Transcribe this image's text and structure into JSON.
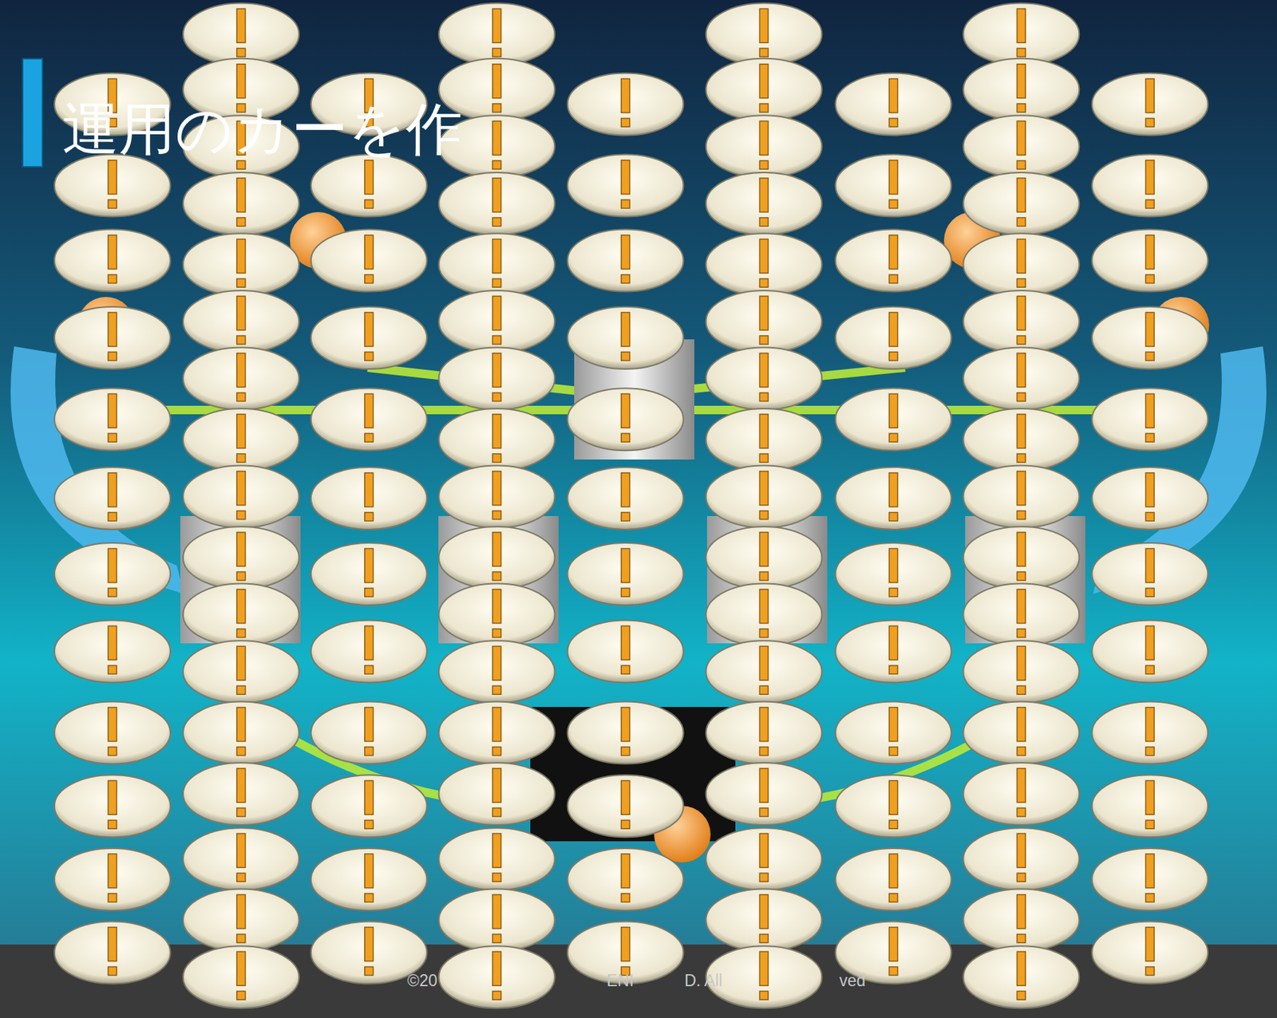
{
  "diagram": {
    "title": "運用のカーを作",
    "labels": [
      "©20",
      "ENI",
      "D. All",
      "ved"
    ]
  }
}
